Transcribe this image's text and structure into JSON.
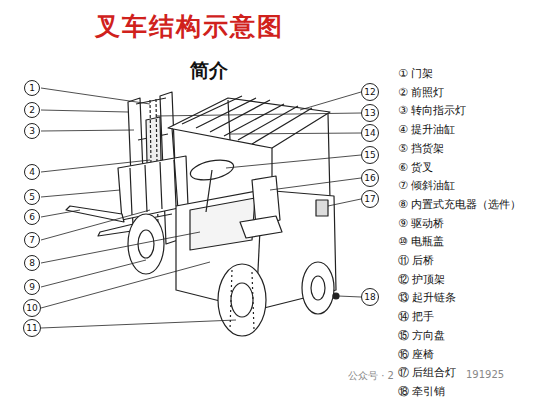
{
  "diagram": {
    "title": "叉车结构示意图",
    "nodes": [
      {
        "text": [
          "1"
        ]
      },
      {
        "text": [
          "2"
        ]
      },
      {
        "text": [
          "3"
        ]
      },
      {
        "text": [
          "4"
        ]
      },
      {
        "text": [
          "5"
        ]
      },
      {
        "text": [
          "6"
        ]
      },
      {
        "text": [
          "7"
        ]
      },
      {
        "text": [
          "8"
        ]
      },
      {
        "text": [
          "9"
        ]
      },
      {
        "text": [
          "10"
        ]
      },
      {
        "text": [
          "11"
        ]
      },
      {
        "text": [
          "12"
        ]
      },
      {
        "text": [
          "13"
        ]
      },
      {
        "text": [
          "14"
        ]
      },
      {
        "text": [
          "15"
        ]
      },
      {
        "text": [
          "16"
        ]
      },
      {
        "text": [
          "17"
        ]
      },
      {
        "text": [
          "18"
        ]
      }
    ],
    "labels": [
      "简介",
      "① 门架",
      "② 前照灯",
      "③ 转向指示灯",
      "④ 提升油缸",
      "⑤ 挡货架",
      "⑥ 货叉",
      "⑦ 倾斜油缸",
      "⑧ 内置式充电器（选件）",
      "⑨ 驱动桥",
      "⑩ 电瓶盖",
      "⑪ 后桥",
      "⑫ 护顶架",
      "⑬ 起升链条",
      "⑭ 把手",
      "⑮ 方向盘",
      "⑯ 座椅",
      "⑰ 后组合灯",
      "⑱ 牵引销",
      "公众号 · 2",
      "191925"
    ]
  }
}
